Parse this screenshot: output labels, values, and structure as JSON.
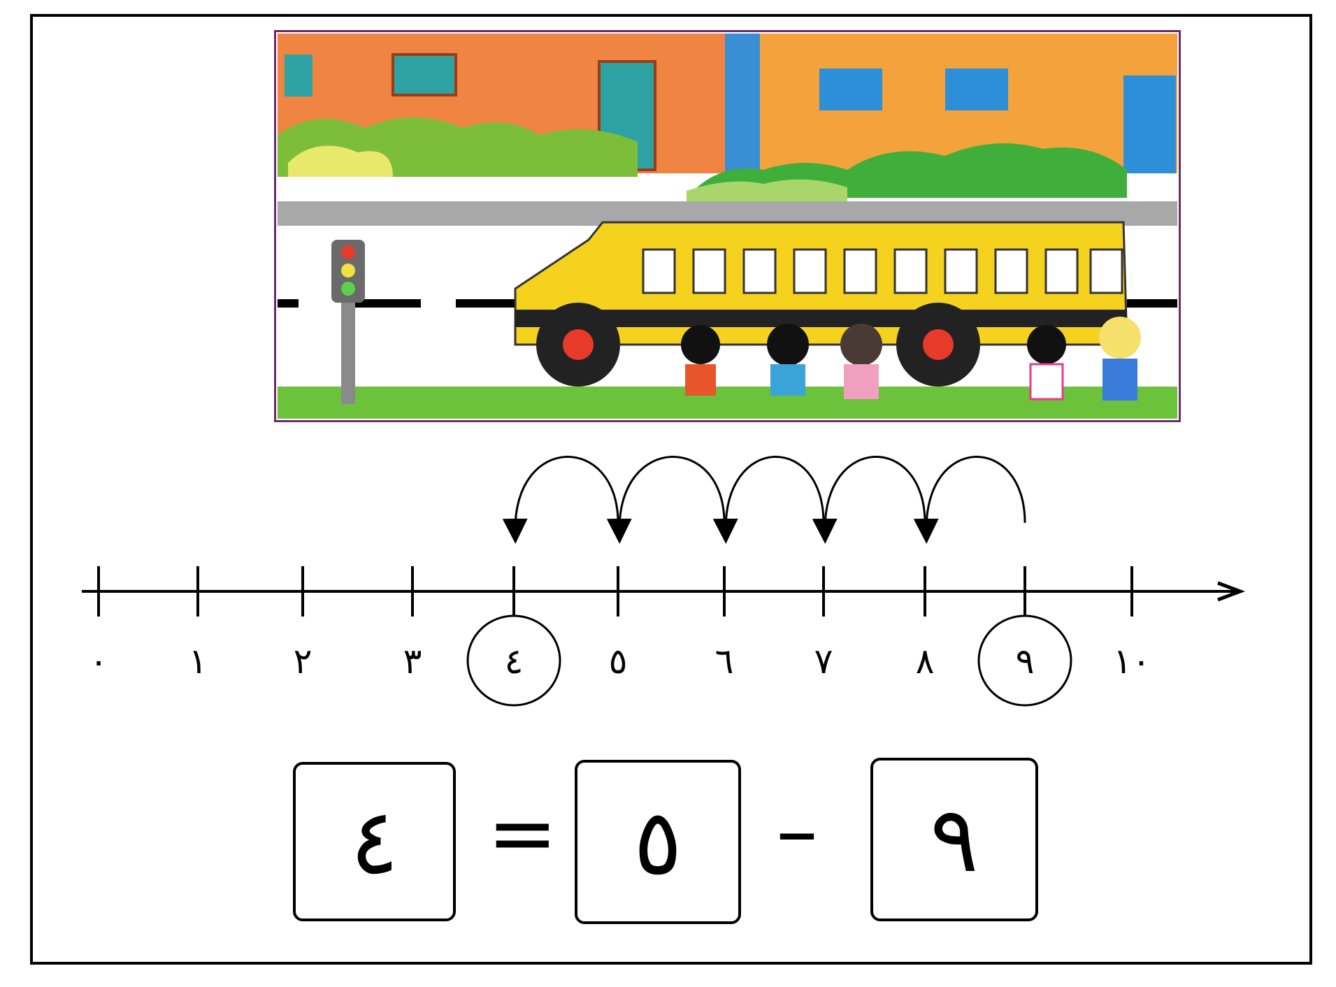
{
  "number_line": {
    "labels": [
      "٠",
      "١",
      "٢",
      "٣",
      "٤",
      "٥",
      "٦",
      "٧",
      "٨",
      "٩",
      "١٠"
    ],
    "circled": [
      "٤",
      "٩"
    ]
  },
  "equation": {
    "minuend": "٩",
    "minus": "–",
    "subtrahend": "٥",
    "equals": "=",
    "result": "٤"
  }
}
